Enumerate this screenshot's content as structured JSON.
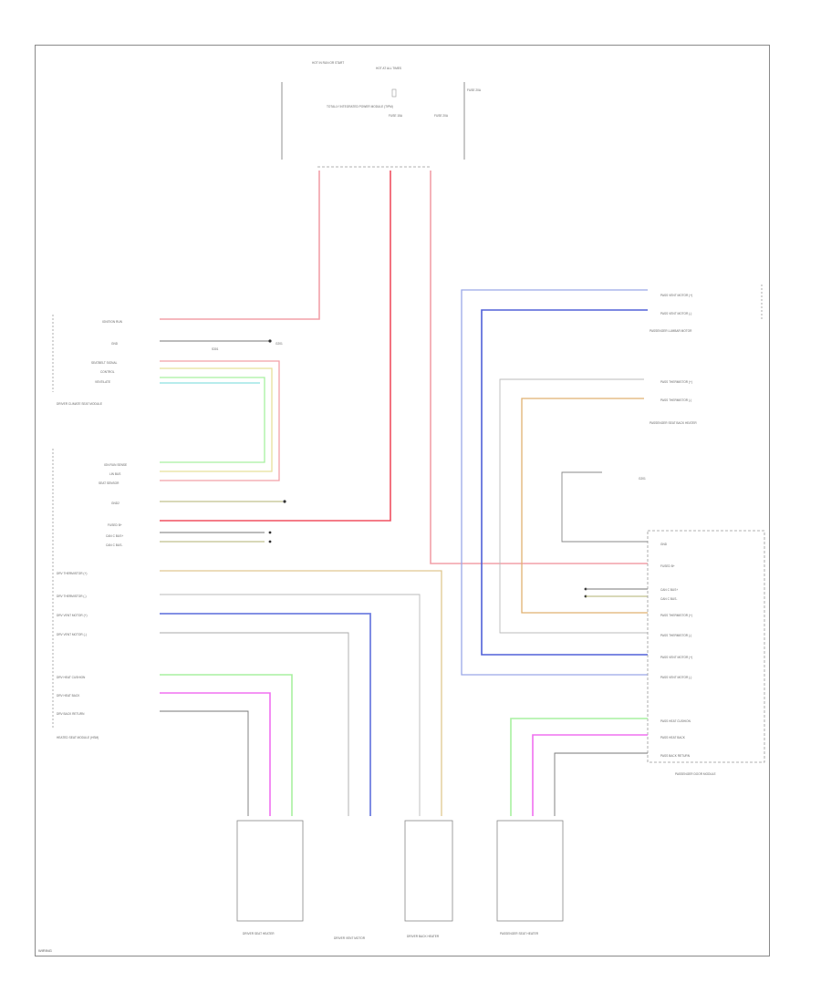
{
  "figure_id": "WIRING",
  "fuses": {
    "hot_run_label": "HOT IN RUN OR START",
    "smart_label": "HOT AT ALL TIMES",
    "fuse_box": "TOTALLY INTEGRATED POWER MODULE (TIPM)",
    "f1": "FUSE 15A",
    "f2": "FUSE 20A",
    "f3": "FUSE 20A"
  },
  "modules": {
    "driver_seat_module": "DRIVER CLIMATE SEAT MODULE",
    "heated_seat_module": "HEATED SEAT MODULE (HSM)",
    "passenger_seat_module": "PASSENGER DOOR MODULE",
    "pass_vent_motor": "PASSENGER LUMBAR MOTOR",
    "pass_heat_blower": "PASSENGER SEAT BACK HEATER"
  },
  "left_pins": [
    "IGNITION RUN",
    "GND",
    "SEATBELT SIGNAL",
    "CONTROL",
    "VENTILATE",
    "IGN RUN SENSE",
    "LIN BUS",
    "SEAT SENSOR",
    "GND2",
    "FUSED B+",
    "CAN C BUS+",
    "CAN C BUS-",
    "DRV THERMISTOR (+)",
    "DRV THERMISTOR (-)",
    "DRV VENT MOTOR (+)",
    "DRV VENT MOTOR (-)",
    "DRV HEAT CUSHION",
    "DRV HEAT BACK",
    "DRV BACK RETURN"
  ],
  "right_pins": [
    "PASS VENT MOTOR (+)",
    "PASS VENT MOTOR (-)",
    "PASS THERMISTOR (+)",
    "PASS THERMISTOR (-)",
    "GND",
    "FUSED B+",
    "CAN C BUS+",
    "CAN C BUS-",
    "PASS HEAT CUSHION",
    "PASS HEAT BACK",
    "PASS BACK RETURN"
  ],
  "ground_label": "G201",
  "splice": "S301",
  "bottom_connectors": [
    "DRIVER SEAT HEATER",
    "DRIVER BACK HEATER",
    "DRIVER VENT MOTOR",
    "PASSENGER SEAT HEATER"
  ],
  "colors": {
    "red": "#f2a0a8",
    "blue": "#9aa8e8",
    "green": "#a8f0a0",
    "magenta": "#f070f0",
    "tan": "#e0c890",
    "yellow": "#e8e09a",
    "gray": "#8a8a8a"
  }
}
